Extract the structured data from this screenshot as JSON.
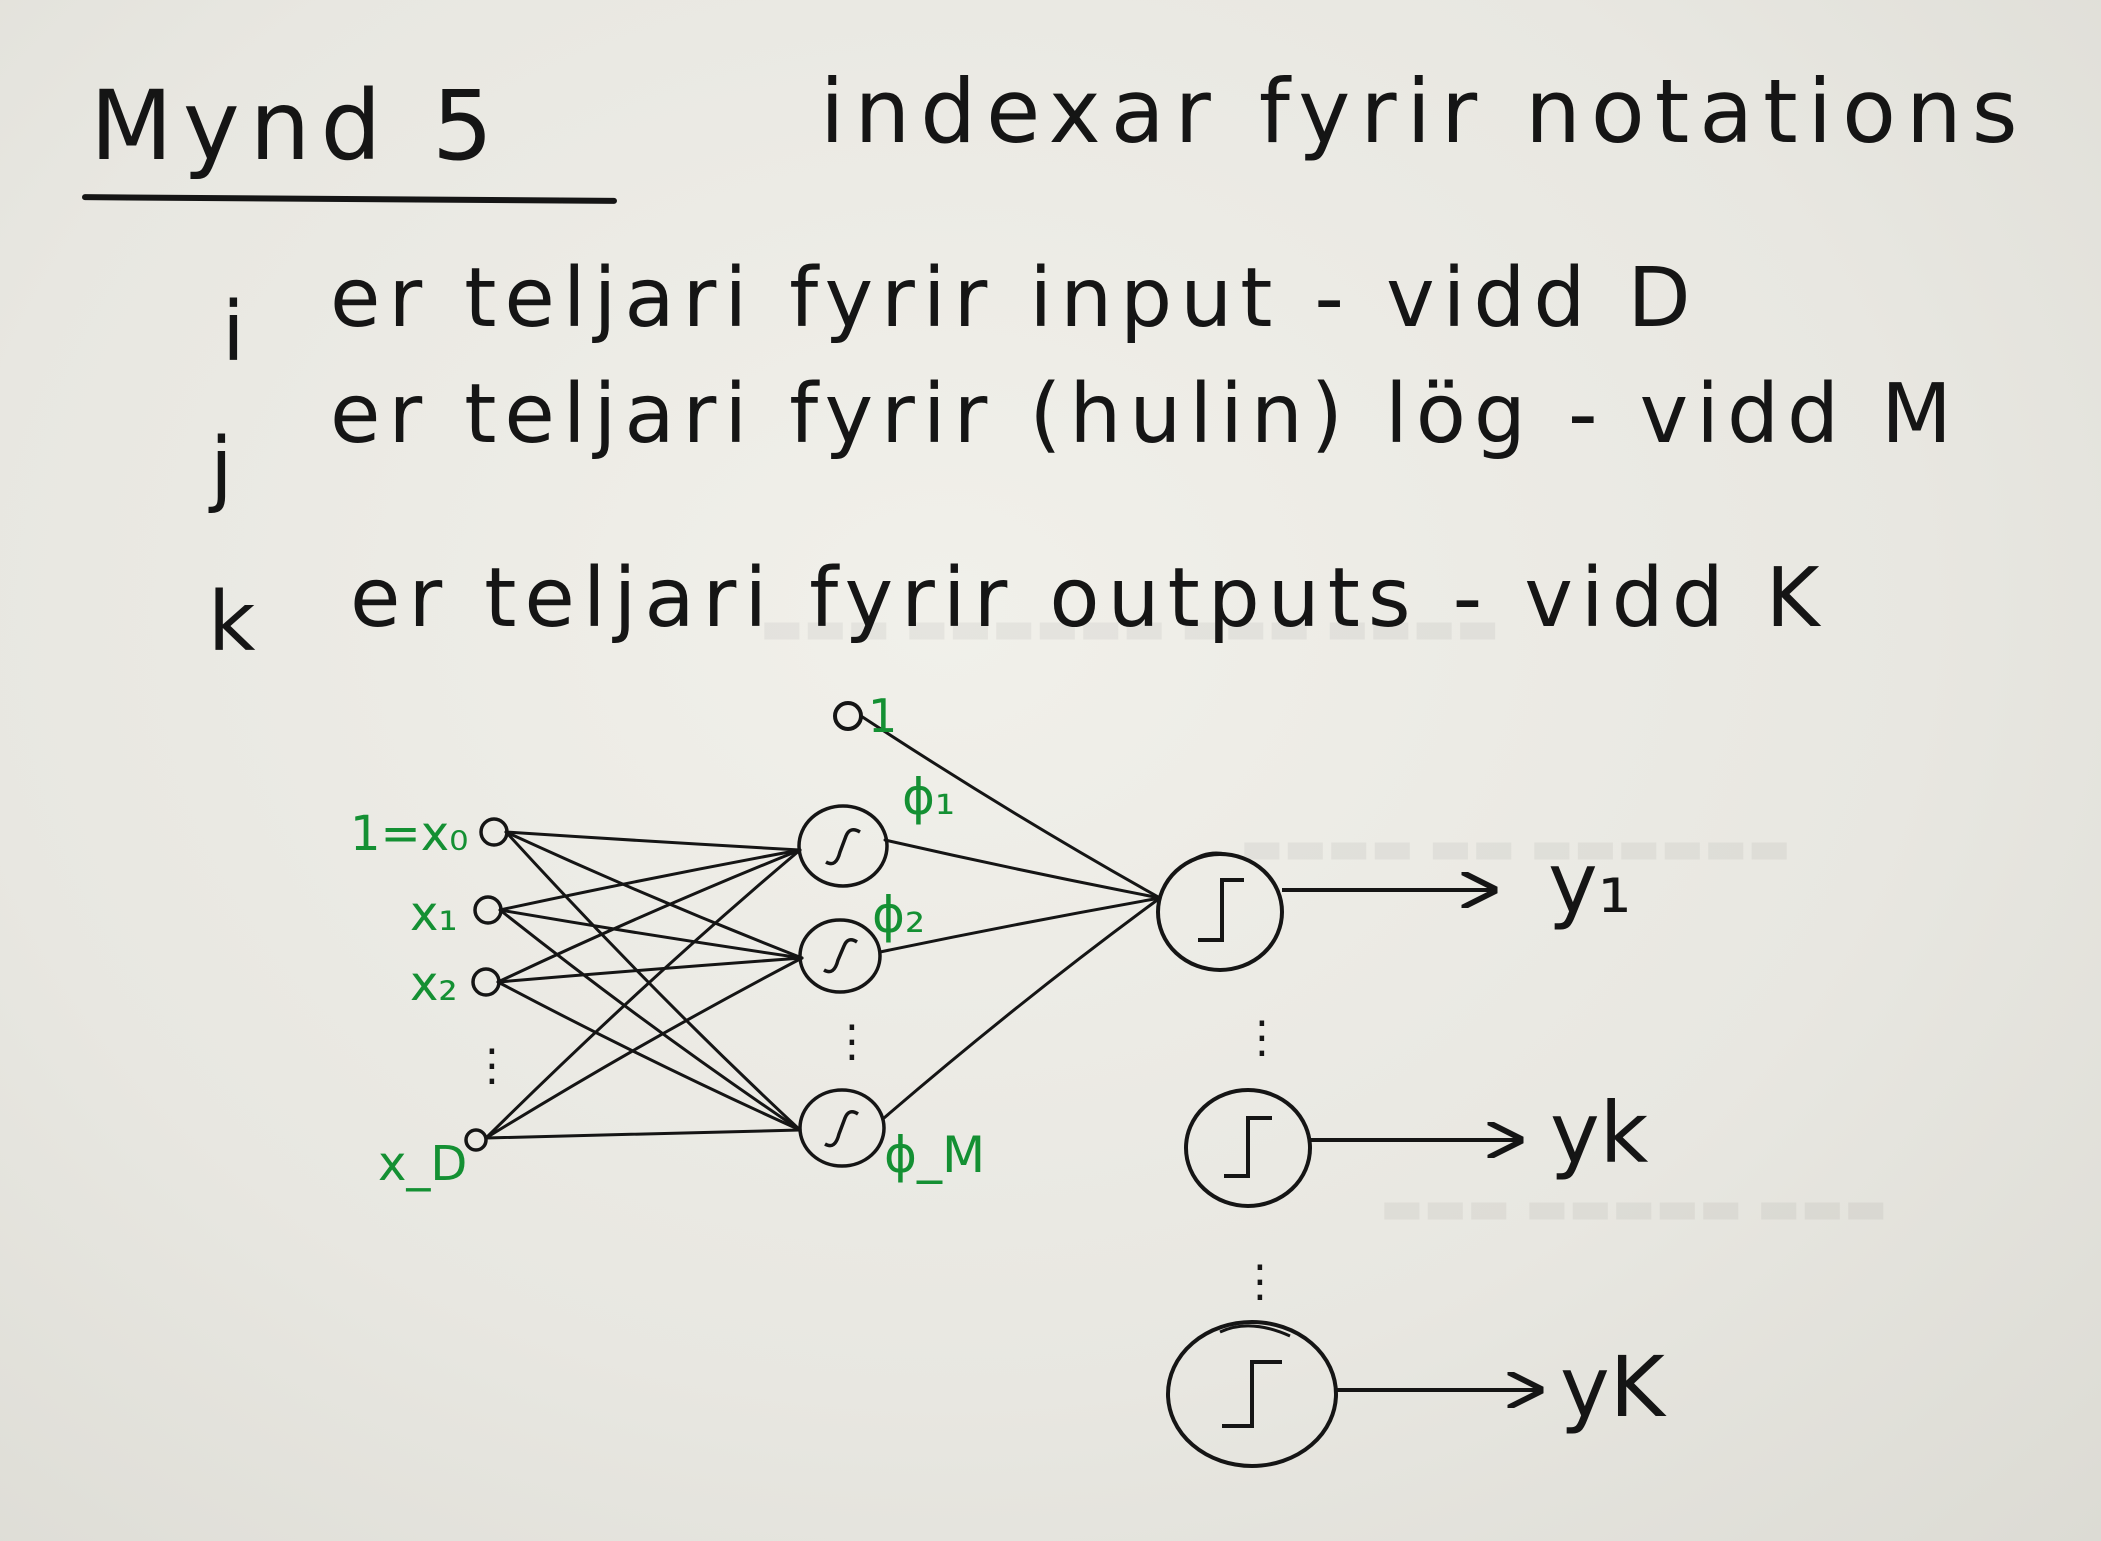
{
  "heading": {
    "title": "Mynd 5",
    "subtitle": "indexar fyrir notations"
  },
  "notes": [
    {
      "index": "i",
      "text": "er teljari fyrir input - vidd D"
    },
    {
      "index": "j",
      "text": "er teljari fyrir (hulin) lög - vidd M"
    },
    {
      "index": "k",
      "text": "er teljari fyrir outputs - vidd K"
    }
  ],
  "diagram": {
    "bias_label": "1",
    "inputs": [
      "1=x₀",
      "x₁",
      "x₂",
      "⋮",
      "x_D"
    ],
    "hidden": [
      "ϕ₁",
      "ϕ₂",
      "⋮",
      "ϕ_M"
    ],
    "outputs": [
      "y₁",
      "yk",
      "yK"
    ],
    "ellipsis": "⋮",
    "colors": {
      "ink": "#151515",
      "green_ink": "#149033",
      "paper": "#ecebe5"
    }
  }
}
